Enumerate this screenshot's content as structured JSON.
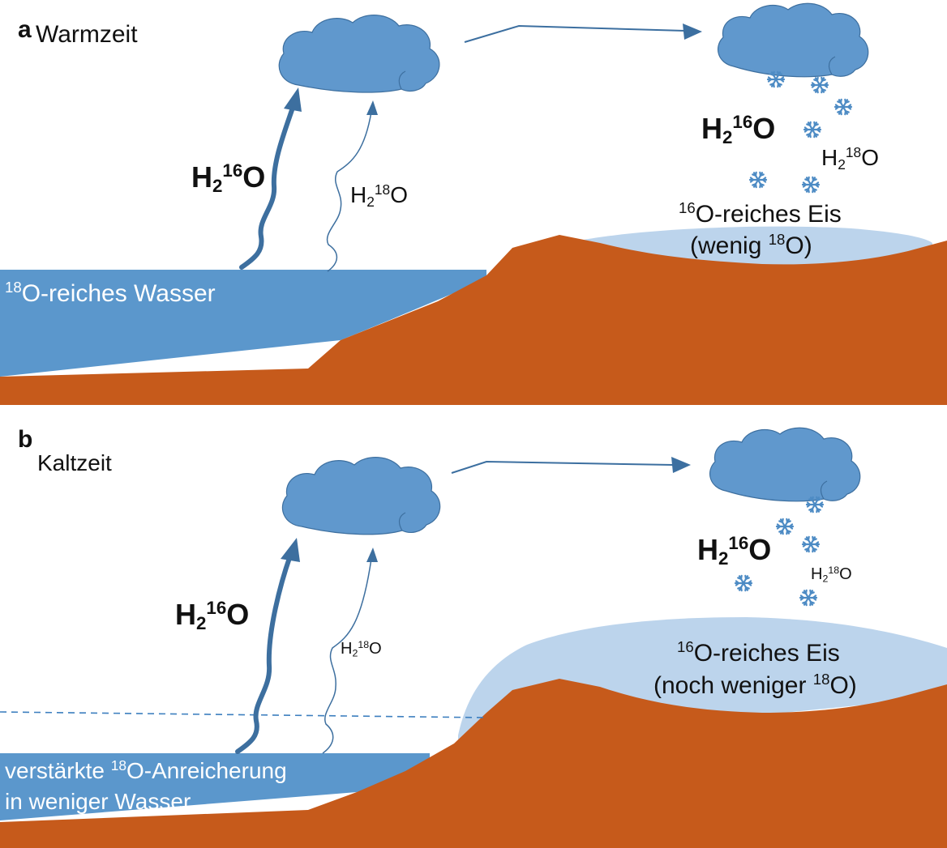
{
  "panel_a": {
    "letter": "a",
    "title": "Warmzeit",
    "evap_heavy": {
      "base": "H",
      "sub": "2",
      "sup": "16",
      "tail": "O"
    },
    "evap_light": {
      "base": "H",
      "sub": "2",
      "sup": "18",
      "tail": "O"
    },
    "precip_heavy": {
      "base": "H",
      "sub": "2",
      "sup": "16",
      "tail": "O"
    },
    "precip_light": {
      "base": "H",
      "sub": "2",
      "sup": "18",
      "tail": "O"
    },
    "water_label": {
      "sup": "18",
      "text": "O-reiches Wasser"
    },
    "ice_label_line1": {
      "sup": "16",
      "text": "O-reiches Eis"
    },
    "ice_label_line2": {
      "pre": "(wenig ",
      "sup": "18",
      "post": "O)"
    }
  },
  "panel_b": {
    "letter": "b",
    "title": "Kaltzeit",
    "evap_heavy": {
      "base": "H",
      "sub": "2",
      "sup": "16",
      "tail": "O"
    },
    "evap_light": {
      "base": "H",
      "sub": "2",
      "sup": "18",
      "tail": "O"
    },
    "precip_heavy": {
      "base": "H",
      "sub": "2",
      "sup": "16",
      "tail": "O"
    },
    "precip_light": {
      "base": "H",
      "sub": "2",
      "sup": "18",
      "tail": "O"
    },
    "water_label_line1": {
      "pre": "verstärkte ",
      "sup": "18",
      "post": "O-Anreicherung"
    },
    "water_label_line2": "in weniger Wasser",
    "ice_label_line1": {
      "sup": "16",
      "text": "O-reiches Eis"
    },
    "ice_label_line2": {
      "pre": "(noch weniger ",
      "sup": "18",
      "post": "O)"
    }
  },
  "colors": {
    "water": "#5b97cc",
    "ice": "#bcd4ec",
    "land": "#c65a1b",
    "cloud": "#6098cd",
    "cloud_outline": "#3d6f9f",
    "arrow": "#3c6fa0",
    "snowflake": "#4d8bc4"
  },
  "icons": [
    "cloud-icon",
    "snowflake-icon",
    "arrow-icon"
  ]
}
